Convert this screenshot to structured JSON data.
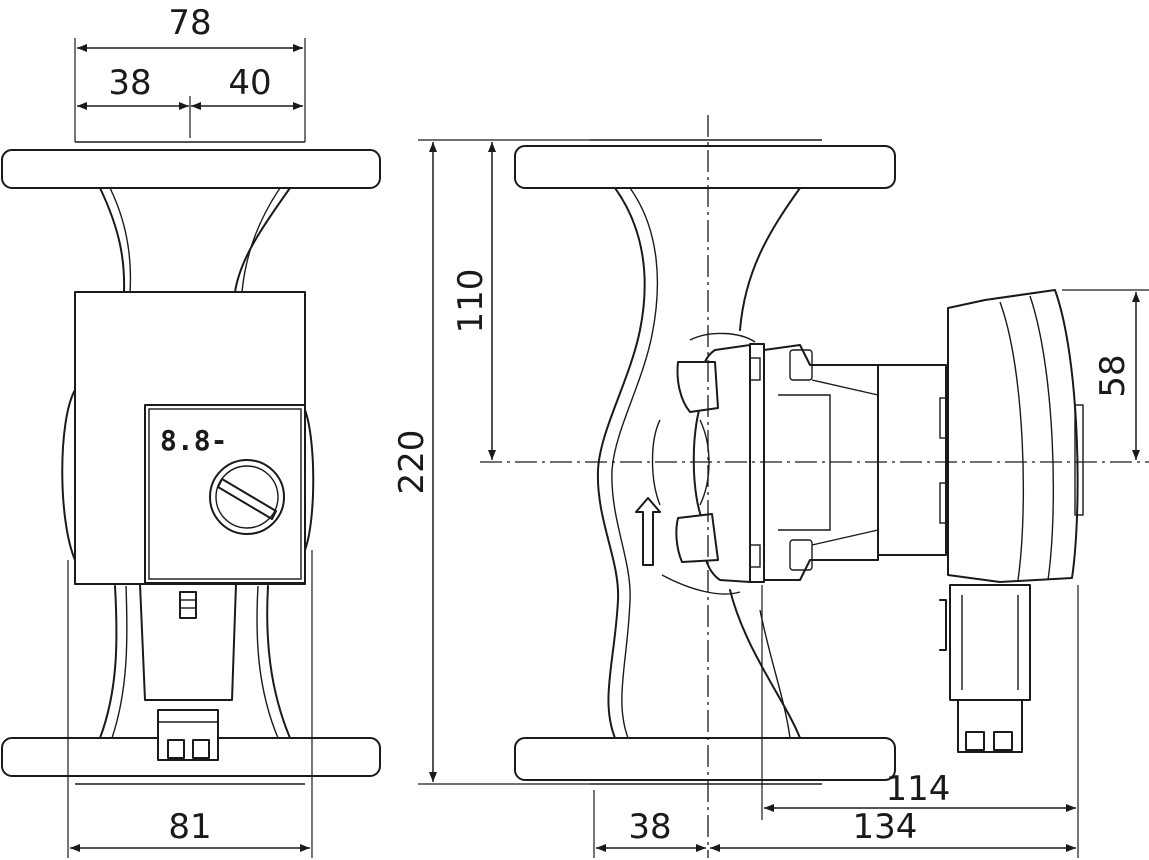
{
  "dimensions": {
    "front_total_width": "78",
    "front_left_half": "38",
    "front_right_half": "40",
    "front_bottom_width": "81",
    "side_total_height": "220",
    "side_upper_height": "110",
    "side_motor_offset": "58",
    "side_width_114": "114",
    "side_width_134": "134",
    "side_left_38": "38"
  },
  "display": {
    "lcd_text": "8.8-"
  }
}
